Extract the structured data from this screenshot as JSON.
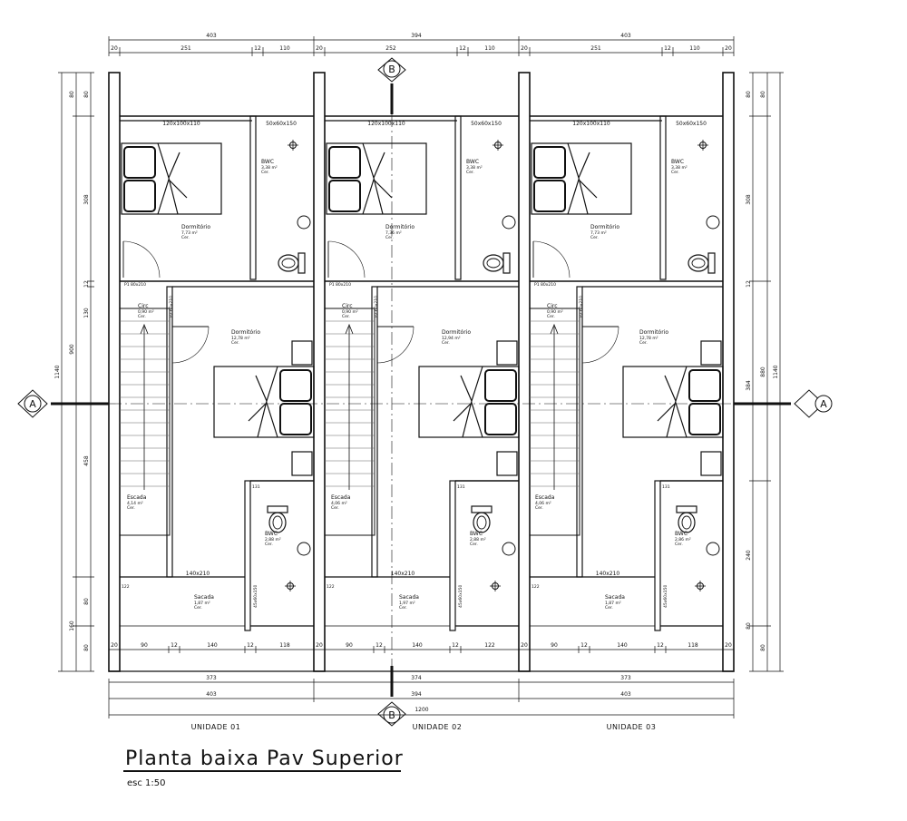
{
  "drawing": {
    "title": "Planta baixa Pav Superior",
    "scale": "esc 1:50",
    "units": [
      "UNIDADE 01",
      "UNIDADE 02",
      "UNIDADE 03"
    ],
    "section_marks": {
      "a": "A",
      "b": "B"
    }
  },
  "dimensions": {
    "top_total": [
      "403",
      "394",
      "403"
    ],
    "top_parts_1": [
      "20",
      "251",
      "12",
      "110",
      "20"
    ],
    "top_parts_2": [
      "252",
      "12",
      "110",
      "20"
    ],
    "top_parts_3": [
      "251",
      "12",
      "110",
      "20"
    ],
    "bottom_parts_1": [
      "20",
      "90",
      "12",
      "140",
      "12",
      "118",
      "20"
    ],
    "bottom_parts_2": [
      "90",
      "12",
      "140",
      "12",
      "122",
      "20"
    ],
    "bottom_parts_3": [
      "90",
      "12",
      "140",
      "12",
      "118",
      "20"
    ],
    "bottom_inner": [
      "373",
      "374",
      "373"
    ],
    "bottom_outer": [
      "403",
      "394",
      "403"
    ],
    "bottom_total": "1200",
    "left_outer": "1140",
    "left_inner": "900",
    "left_parts": [
      "80",
      "80",
      "308",
      "12",
      "130",
      "458",
      "80",
      "160",
      "80"
    ],
    "right_outer": "1140",
    "right_inner": "880",
    "right_parts": [
      "80",
      "80",
      "308",
      "12",
      "384",
      "240",
      "80",
      "80"
    ]
  },
  "rooms": {
    "u1": {
      "dorm_top": [
        "Dormitório",
        "7,73 m²",
        "Cer."
      ],
      "bwc_top": [
        "BWC",
        "3,38 m²",
        "Cer."
      ],
      "circ": [
        "Circ",
        "0,90 m²",
        "Cer."
      ],
      "dorm_main": [
        "Dormitório",
        "12,78 m²",
        "Cer."
      ],
      "escada": [
        "Escada",
        "4,14 m²",
        "Cer."
      ],
      "bwc_bot": [
        "BWC",
        "2,88 m²",
        "Cer."
      ],
      "sacada": [
        "Sacada",
        "1,87 m²",
        "Cer."
      ]
    },
    "u2": {
      "dorm_top": [
        "Dormitório",
        "7,36 m²",
        "Cer."
      ],
      "bwc_top": [
        "BWC",
        "3,38 m²",
        "Cer."
      ],
      "circ": [
        "Circ",
        "0,90 m²",
        "Cer."
      ],
      "dorm_main": [
        "Dormitório",
        "12,94 m²",
        "Cer."
      ],
      "escada": [
        "Escada",
        "4,06 m²",
        "Cer."
      ],
      "bwc_bot": [
        "BWC",
        "2,88 m²",
        "Cer."
      ],
      "sacada": [
        "Sacada",
        "1,97 m²",
        "Cer."
      ]
    },
    "u3": {
      "dorm_top": [
        "Dormitório",
        "7,73 m²",
        "Cer."
      ],
      "bwc_top": [
        "BWC",
        "3,38 m²",
        "Cer."
      ],
      "circ": [
        "Circ",
        "0,90 m²",
        "Cer."
      ],
      "dorm_main": [
        "Dormitório",
        "12,78 m²",
        "Cer."
      ],
      "escada": [
        "Escada",
        "4,06 m²",
        "Cer."
      ],
      "bwc_bot": [
        "BWC",
        "2,86 m²",
        "Cer."
      ],
      "sacada": [
        "Sacada",
        "1,87 m²",
        "Cer."
      ]
    }
  },
  "openings": {
    "window_top": "120x100x110",
    "window_bwc": "50x60x150",
    "door_p1": "P1 80x210",
    "door_circ": "P2 60x210",
    "door_sacada": "140x210",
    "window_bwc_bot": "45x60x150",
    "short_dims": [
      "122",
      "131"
    ]
  }
}
